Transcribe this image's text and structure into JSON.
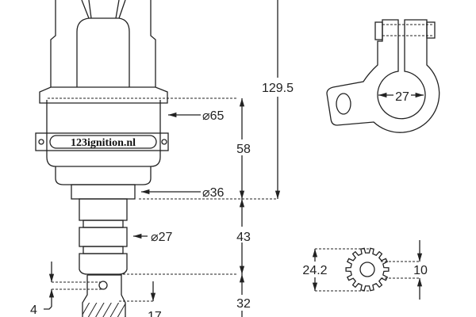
{
  "brand_label": "123ignition.nl",
  "dimensions": {
    "overall_height": "129.5",
    "body_height": "58",
    "shaft_height": "43",
    "drive_height": "32",
    "pin_offset": "4",
    "gear_height": "17",
    "body_diameter": "⌀65",
    "collar_diameter": "⌀36",
    "shaft_diameter": "⌀27",
    "clamp_bore": "27",
    "gear_diameter": "24.2",
    "gear_bore": "10"
  }
}
